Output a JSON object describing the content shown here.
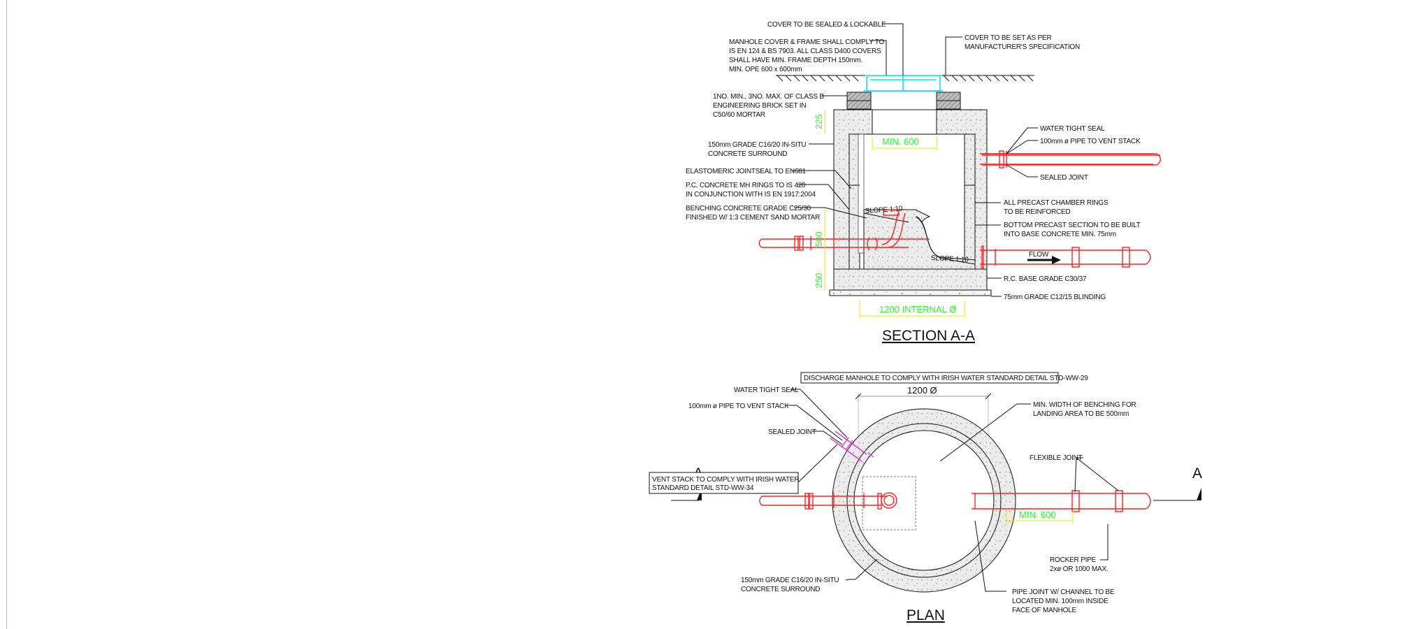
{
  "section": {
    "title": "SECTION A-A",
    "labels": {
      "cover_sealed": "COVER TO BE SEALED & LOCKABLE",
      "cover_frame_1": "MANHOLE COVER & FRAME SHALL COMPLY TO",
      "cover_frame_2": "IS EN 124 & BS 7903. ALL CLASS D400 COVERS",
      "cover_frame_3": "SHALL HAVE MIN. FRAME DEPTH 150mm.",
      "cover_frame_4": "MIN. OPE 600 x 600mm",
      "cover_set_1": "COVER TO BE SET AS PER",
      "cover_set_2": "MANUFACTURER'S SPECIFICATION",
      "brick_1": "1NO. MIN., 3NO. MAX. OF CLASS B",
      "brick_2": "ENGINEERING BRICK SET IN",
      "brick_3": "C50/60 MORTAR",
      "surround_1": "150mm GRADE C16/20 IN-SITU",
      "surround_2": "CONCRETE SURROUND",
      "jointseal": "ELASTOMERIC JOINTSEAL TO EN681",
      "rings_1": "P.C. CONCRETE MH RINGS TO IS 420",
      "rings_2": "IN CONJUNCTION WITH IS EN 1917:2004",
      "benching_1": "BENCHING CONCRETE GRADE C25/30",
      "benching_2": "FINISHED W/ 1:3 CEMENT SAND MORTAR",
      "water_tight_seal": "WATER TIGHT SEAL",
      "vent_pipe": "100mm ø PIPE TO VENT STACK",
      "sealed_joint": "SEALED JOINT",
      "precast_1": "ALL PRECAST CHAMBER RINGS",
      "precast_2": "TO BE REINFORCED",
      "bottom_1": "BOTTOM PRECAST SECTION TO BE BUILT",
      "bottom_2": "INTO BASE CONCRETE MIN. 75mm",
      "flow": "FLOW",
      "base": "R.C. BASE GRADE C30/37",
      "blinding": "75mm GRADE C12/15 BLINDING",
      "slope_upper": "SLOPE 1:10",
      "slope_lower": "SLOPE 1:10"
    },
    "dims": {
      "min600": "MIN. 600",
      "d225": "225",
      "d500": "500",
      "d250": "250",
      "internal": "1200 INTERNAL Ø"
    }
  },
  "plan": {
    "title": "PLAN",
    "discharge_note": "DISCHARGE MANHOLE TO COMPLY WITH IRISH WATER STANDARD DETAIL STD-WW-29",
    "diameter": "1200 Ø",
    "labels": {
      "water_tight_seal": "WATER TIGHT SEAL",
      "vent_pipe": "100mm ø PIPE TO VENT STACK",
      "sealed_joint": "SEALED JOINT",
      "vent_stack_1": "VENT STACK TO COMPLY WITH IRISH WATER",
      "vent_stack_2": "STANDARD DETAIL STD-WW-34",
      "benching_1": "MIN. WIDTH OF BENCHING FOR",
      "benching_2": "LANDING AREA TO BE 500mm",
      "flexible_joint": "FLEXIBLE JOINT",
      "rocker_1": "ROCKER PIPE",
      "rocker_2": "2xø OR 1000 MAX.",
      "surround_1": "150mm GRADE C16/20 IN-SITU",
      "surround_2": "CONCRETE SURROUND",
      "pipe_joint_1": "PIPE JOINT W/ CHANNEL TO BE",
      "pipe_joint_2": "LOCATED MIN. 100mm INSIDE",
      "pipe_joint_3": "FACE OF MANHOLE",
      "min600": "MIN. 600",
      "section_mark_left": "A",
      "section_mark_right": "A"
    }
  },
  "colors": {
    "pipe": "#ff2020",
    "cover": "#00e5ff",
    "dimension": "#27ff27",
    "vent": "#e030e0",
    "dimension_line": "#f2e500"
  }
}
